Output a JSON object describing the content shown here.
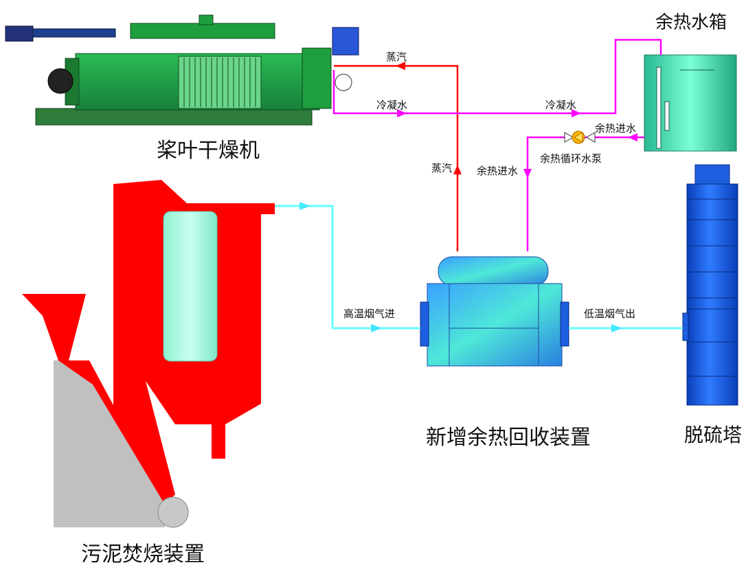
{
  "labels": {
    "dryer": "桨叶干燥机",
    "incinerator": "污泥焚烧装置",
    "recovery_device": "新增余热回收装置",
    "desulfurization_tower": "脱硫塔",
    "waste_heat_tank": "余热水箱"
  },
  "flows": {
    "steam_top": "蒸汽",
    "steam_vertical": "蒸汽",
    "condensate_left": "冷凝水",
    "condensate_right": "冷凝水",
    "waste_heat_inlet_top": "余热进水",
    "waste_heat_inlet_vertical": "余热进水",
    "circulation_pump": "余热循环水泵",
    "high_temp_flue_gas_in": "高温烟气进",
    "low_temp_flue_gas_out": "低温烟气出"
  },
  "colors": {
    "steam_line": "#ff0000",
    "condensate_line": "#ff00ff",
    "flue_gas_line": "#66ffff",
    "incinerator": "#ff0000",
    "hopper_gray": "#c0c0c0",
    "dryer_green": "#1e9e3c",
    "tower_blue": "#1e5fe0",
    "tank_teal": "#2fd8b0",
    "pump_orange": "#ffb400"
  }
}
